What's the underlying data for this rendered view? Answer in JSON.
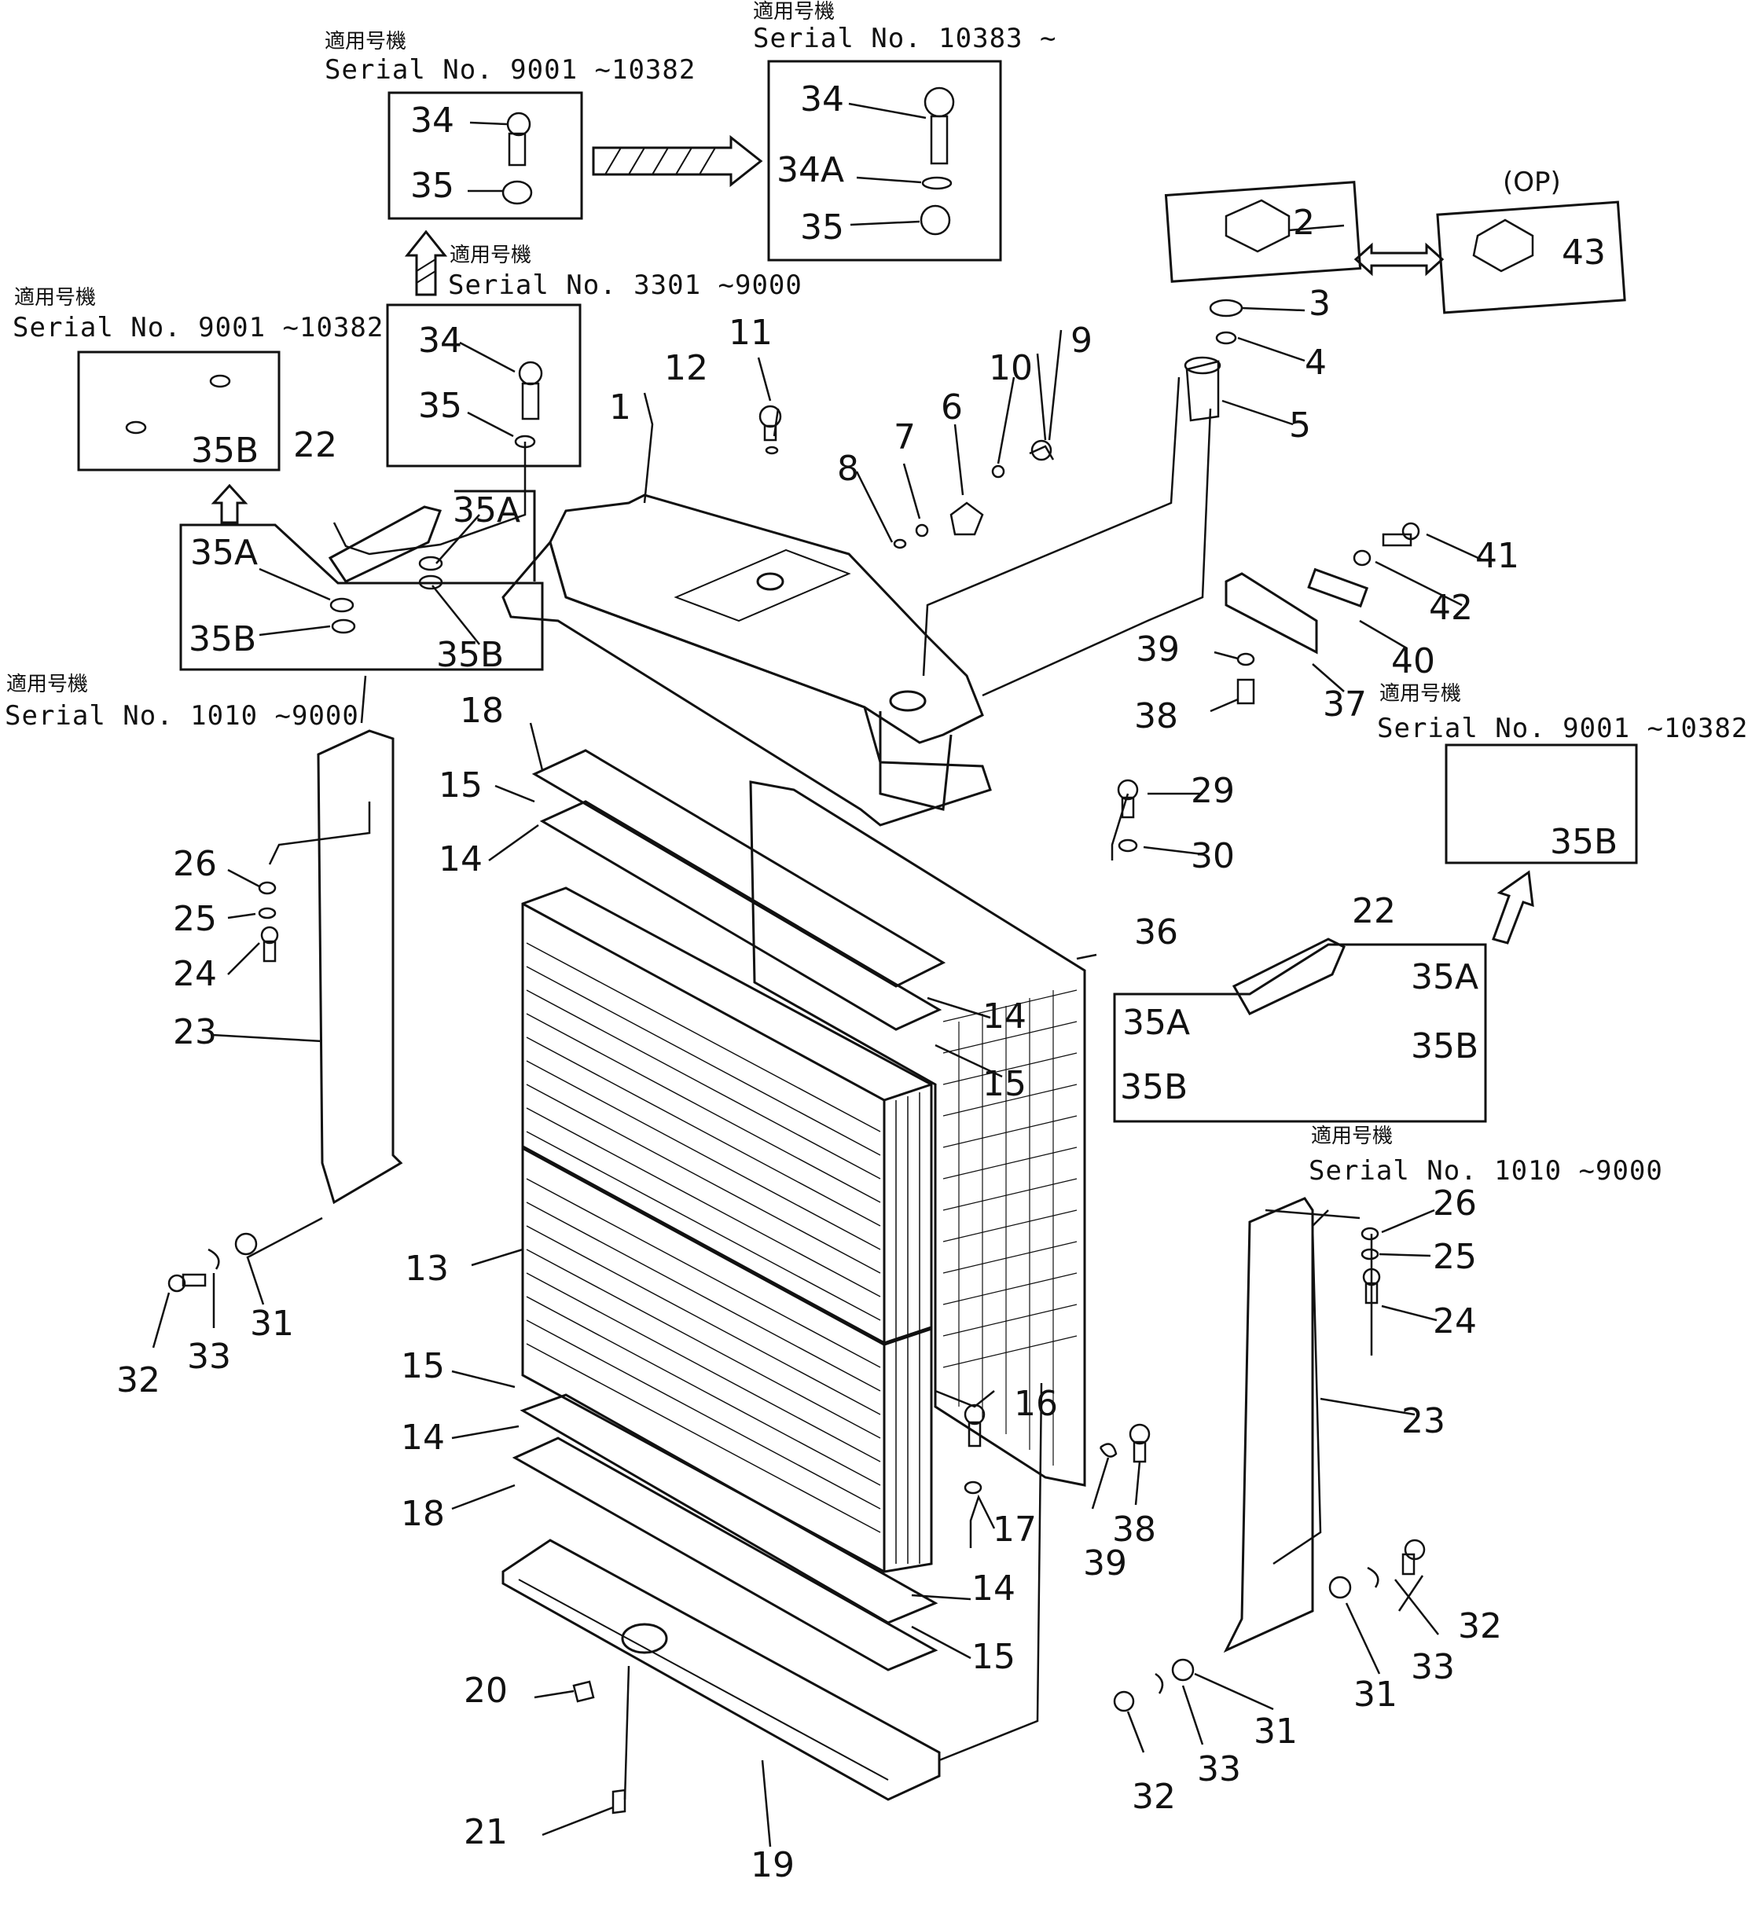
{
  "serials": {
    "jp": "適用号機",
    "s1": "Serial No. 9001 ~10382",
    "s2": "Serial No. 10383 ~",
    "s3": "Serial No. 3301 ~9000",
    "s4": "Serial No. 9001 ~10382",
    "s5": "Serial No. 1010 ~9000",
    "s6": "Serial No. 9001 ~10382",
    "s7": "Serial No. 1010 ~9000"
  },
  "op_label": "(OP)",
  "labels": {
    "p1": "1",
    "p2": "2",
    "p3": "3",
    "p4": "4",
    "p5": "5",
    "p6": "6",
    "p7": "7",
    "p8": "8",
    "p9": "9",
    "p10": "10",
    "p11": "11",
    "p12": "12",
    "p13": "13",
    "p14": "14",
    "p15": "15",
    "p16": "16",
    "p17": "17",
    "p18": "18",
    "p19": "19",
    "p20": "20",
    "p21": "21",
    "p22": "22",
    "p23": "23",
    "p24": "24",
    "p25": "25",
    "p26": "26",
    "p29": "29",
    "p30": "30",
    "p31": "31",
    "p32": "32",
    "p33": "33",
    "p34": "34",
    "p34a": "34A",
    "p35": "35",
    "p35a": "35A",
    "p35b": "35B",
    "p36": "36",
    "p37": "37",
    "p38": "38",
    "p39": "39",
    "p40": "40",
    "p41": "41",
    "p42": "42",
    "p43": "43"
  }
}
